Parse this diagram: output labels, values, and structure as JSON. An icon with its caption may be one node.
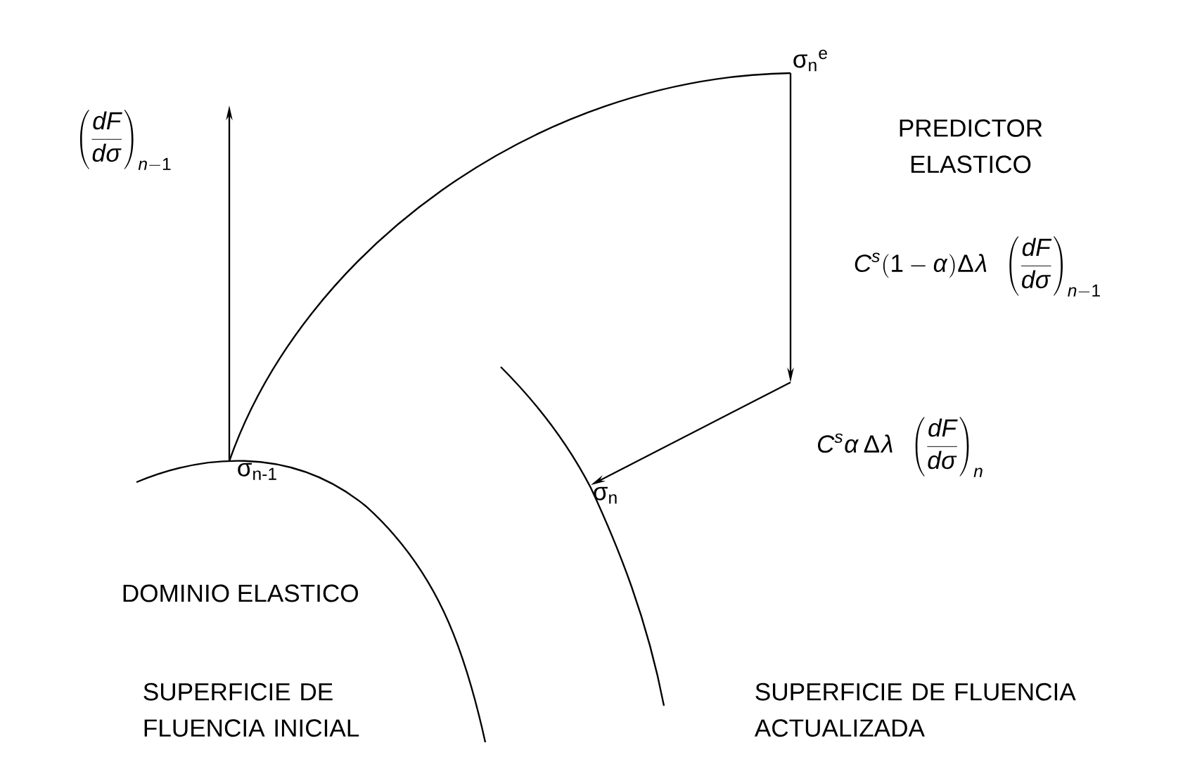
{
  "diagram": {
    "nodes": [
      {
        "text": [
          "σ$_{n-1}$"
        ]
      },
      {
        "text": [
          "σ$_{n}$$^{e}$"
        ]
      },
      {
        "text": [
          "σ$_{n}$"
        ]
      }
    ],
    "edges": [
      {
        "from": 0,
        "to": null,
        "arrow": "to",
        "label": "\\left(\\frac{dF}{d\\sigma}\\right)_{n-1}"
      },
      {
        "from": 0,
        "to": 1,
        "arrow": "none"
      },
      {
        "from": 1,
        "to": null,
        "arrow": "to",
        "label": "C^{s}(1-\\alpha)\\Delta\\lambda\\;\\;\\left(\\frac{dF}{d\\sigma}\\right)_{n-1}"
      },
      {
        "from": null,
        "to": 2,
        "arrow": "to",
        "label": "C^{s}\\alpha\\,\\Delta\\lambda\\;\\;\\left(\\frac{dF}{d\\sigma}\\right)_{n}"
      }
    ],
    "labels": [
      "PREDICTOR ELASTICO",
      "DOMINIO ELASTICO",
      "SUPERFICIE DE FLUENCIA INICIAL",
      "SUPERFICIE DE FLUENCIA ACTUALIZADA"
    ]
  }
}
